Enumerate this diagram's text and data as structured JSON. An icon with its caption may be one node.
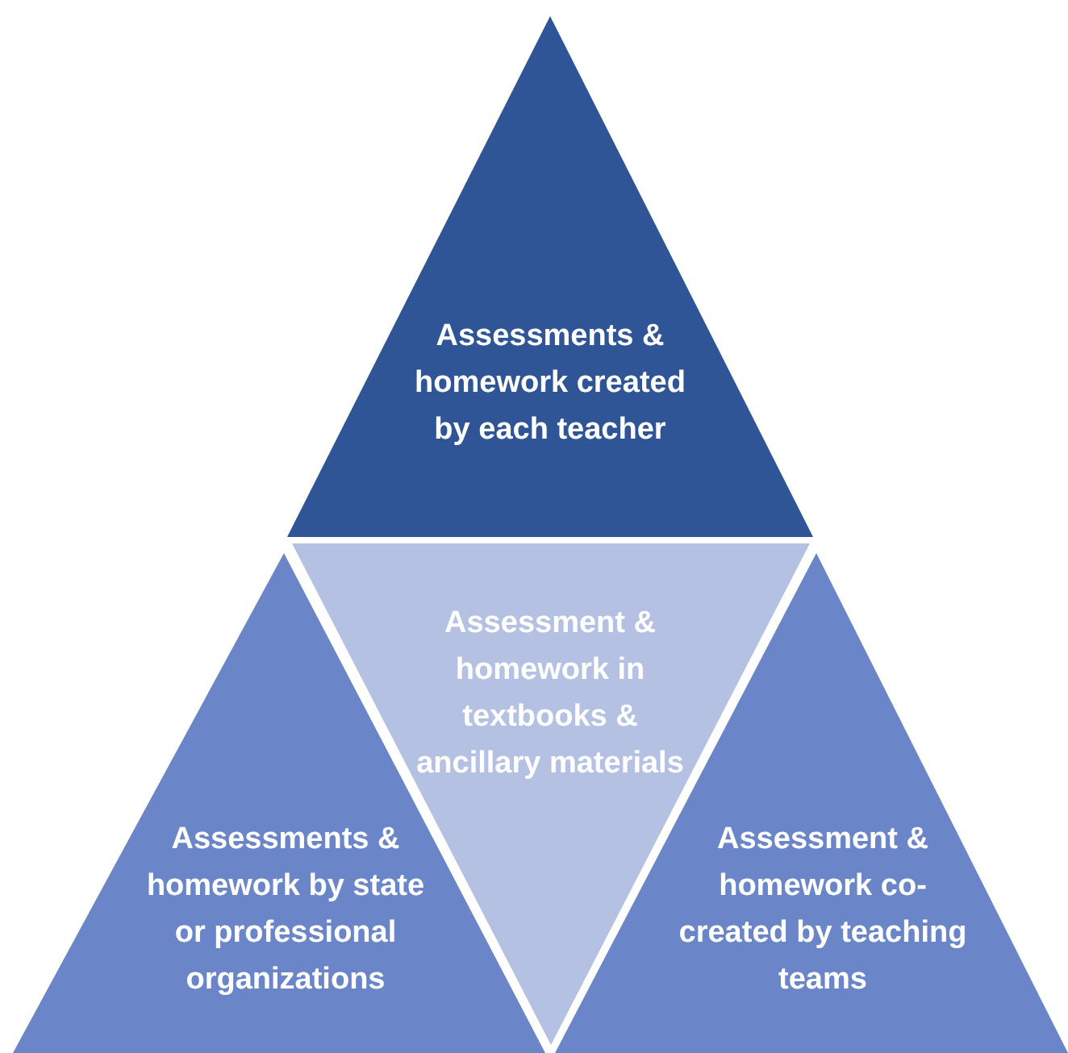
{
  "diagram": {
    "nodes": [
      {
        "text": [
          "Assessments & homework created by each teacher"
        ]
      },
      {
        "text": [
          "Assessment & homework in textbooks & ancillary materials"
        ]
      },
      {
        "text": [
          "Assessments & homework by state or professional organizations"
        ]
      },
      {
        "text": [
          "Assessment & homework co-created by teaching teams"
        ]
      }
    ]
  }
}
